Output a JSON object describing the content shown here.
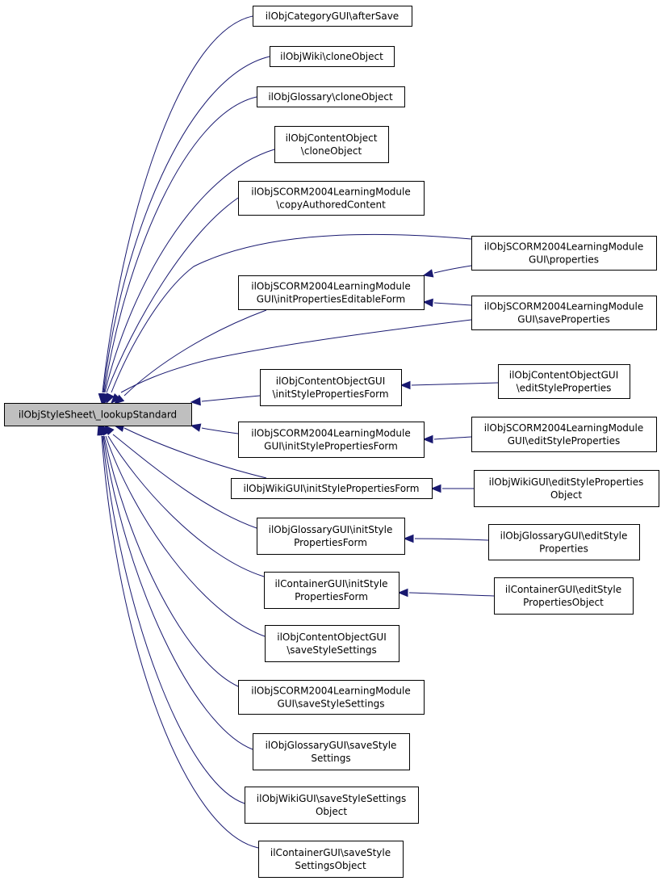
{
  "graph": {
    "edge_color": "#191970",
    "root_fill": "#bfbfbf",
    "nodes": [
      {
        "id": "root",
        "lines": [
          "ilObjStyleSheet\\_lookupStandard"
        ]
      },
      {
        "id": "n1",
        "lines": [
          "ilObjCategoryGUI\\afterSave"
        ]
      },
      {
        "id": "n2",
        "lines": [
          "ilObjWiki\\cloneObject"
        ]
      },
      {
        "id": "n3",
        "lines": [
          "ilObjGlossary\\cloneObject"
        ]
      },
      {
        "id": "n4",
        "lines": [
          "ilObjContentObject",
          "\\cloneObject"
        ]
      },
      {
        "id": "n5",
        "lines": [
          "ilObjSCORM2004LearningModule",
          "\\copyAuthoredContent"
        ]
      },
      {
        "id": "n6",
        "lines": [
          "ilObjSCORM2004LearningModule",
          "GUI\\initPropertiesEditableForm"
        ]
      },
      {
        "id": "n7",
        "lines": [
          "ilObjContentObjectGUI",
          "\\initStylePropertiesForm"
        ]
      },
      {
        "id": "n8",
        "lines": [
          "ilObjSCORM2004LearningModule",
          "GUI\\initStylePropertiesForm"
        ]
      },
      {
        "id": "n9",
        "lines": [
          "ilObjWikiGUI\\initStylePropertiesForm"
        ]
      },
      {
        "id": "n10",
        "lines": [
          "ilObjGlossaryGUI\\initStyle",
          "PropertiesForm"
        ]
      },
      {
        "id": "n11",
        "lines": [
          "ilContainerGUI\\initStyle",
          "PropertiesForm"
        ]
      },
      {
        "id": "n12",
        "lines": [
          "ilObjContentObjectGUI",
          "\\saveStyleSettings"
        ]
      },
      {
        "id": "n13",
        "lines": [
          "ilObjSCORM2004LearningModule",
          "GUI\\saveStyleSettings"
        ]
      },
      {
        "id": "n14",
        "lines": [
          "ilObjGlossaryGUI\\saveStyle",
          "Settings"
        ]
      },
      {
        "id": "n15",
        "lines": [
          "ilObjWikiGUI\\saveStyleSettings",
          "Object"
        ]
      },
      {
        "id": "n16",
        "lines": [
          "ilContainerGUI\\saveStyle",
          "SettingsObject"
        ]
      },
      {
        "id": "r1",
        "lines": [
          "ilObjSCORM2004LearningModule",
          "GUI\\properties"
        ]
      },
      {
        "id": "r2",
        "lines": [
          "ilObjSCORM2004LearningModule",
          "GUI\\saveProperties"
        ]
      },
      {
        "id": "r3",
        "lines": [
          "ilObjContentObjectGUI",
          "\\editStyleProperties"
        ]
      },
      {
        "id": "r4",
        "lines": [
          "ilObjSCORM2004LearningModule",
          "GUI\\editStyleProperties"
        ]
      },
      {
        "id": "r5",
        "lines": [
          "ilObjWikiGUI\\editStyleProperties",
          "Object"
        ]
      },
      {
        "id": "r6",
        "lines": [
          "ilObjGlossaryGUI\\editStyle",
          "Properties"
        ]
      },
      {
        "id": "r7",
        "lines": [
          "ilContainerGUI\\editStyle",
          "PropertiesObject"
        ]
      }
    ],
    "edges": [
      {
        "from": "n1",
        "to": "root"
      },
      {
        "from": "n2",
        "to": "root"
      },
      {
        "from": "n3",
        "to": "root"
      },
      {
        "from": "n4",
        "to": "root"
      },
      {
        "from": "n5",
        "to": "root"
      },
      {
        "from": "n6",
        "to": "root"
      },
      {
        "from": "n7",
        "to": "root"
      },
      {
        "from": "n8",
        "to": "root"
      },
      {
        "from": "n9",
        "to": "root"
      },
      {
        "from": "n10",
        "to": "root"
      },
      {
        "from": "n11",
        "to": "root"
      },
      {
        "from": "n12",
        "to": "root"
      },
      {
        "from": "n13",
        "to": "root"
      },
      {
        "from": "n14",
        "to": "root"
      },
      {
        "from": "n15",
        "to": "root"
      },
      {
        "from": "n16",
        "to": "root"
      },
      {
        "from": "r1",
        "to": "root"
      },
      {
        "from": "r2",
        "to": "root"
      },
      {
        "from": "r1",
        "to": "n6"
      },
      {
        "from": "r2",
        "to": "n6"
      },
      {
        "from": "r3",
        "to": "n7"
      },
      {
        "from": "r4",
        "to": "n8"
      },
      {
        "from": "r5",
        "to": "n9"
      },
      {
        "from": "r6",
        "to": "n10"
      },
      {
        "from": "r7",
        "to": "n11"
      }
    ]
  }
}
